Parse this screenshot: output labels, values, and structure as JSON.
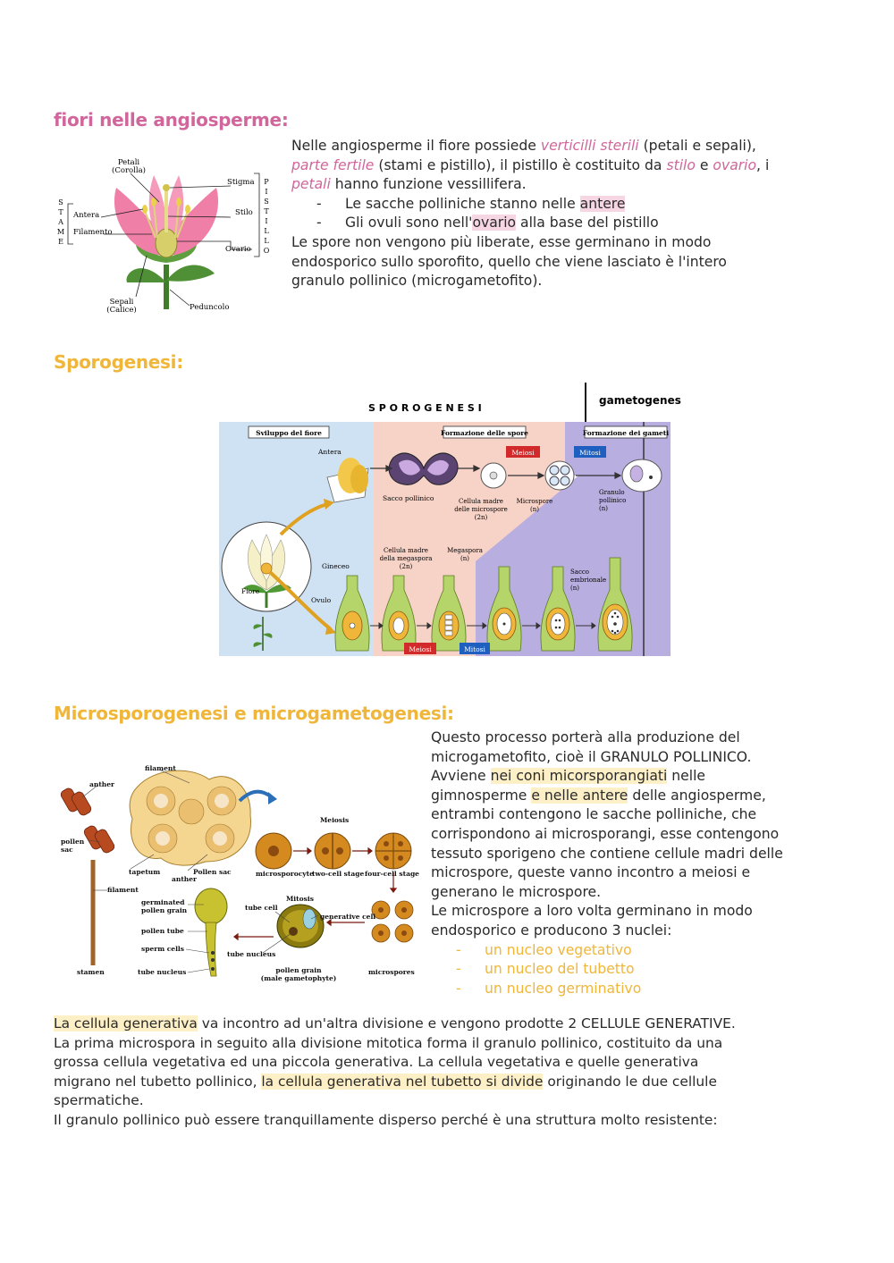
{
  "section1": {
    "heading": "fiori nelle angiosperme:",
    "figure": {
      "labels": {
        "petali": "Petali",
        "corolla": "(Corolla)",
        "stigma": "Stigma",
        "antera": "Antera",
        "stilo": "Stilo",
        "filamento": "Filamento",
        "ovario": "Ovario",
        "sepali": "Sepali",
        "calice": "(Calice)",
        "peduncolo": "Peduncolo",
        "stame": [
          "S",
          "T",
          "A",
          "M",
          "E"
        ],
        "pistillo": [
          "P",
          "I",
          "S",
          "T",
          "I",
          "L",
          "L",
          "O"
        ]
      }
    },
    "text": {
      "p1_a": "Nelle angiosperme il fiore possiede ",
      "p1_b": "verticilli sterili",
      "p1_c": " (petali e sepali),",
      "p2_a": "parte fertile",
      "p2_b": " (stami e pistillo), il pistillo è costituito da ",
      "p2_c": "stilo",
      "p2_d": " e ",
      "p2_e": "ovario",
      "p2_f": ", i",
      "p3_a": "petali",
      "p3_b": " hanno funzione vessillifera.",
      "li1_dash": "-",
      "li1_a": "Le sacche polliniche stanno nelle ",
      "li1_b": "antere",
      "li2_dash": "-",
      "li2_a": "Gli ovuli sono nell'",
      "li2_b": "ovario",
      "li2_c": " alla base del pistillo",
      "p4": "Le spore non vengono più liberate, esse germinano in modo",
      "p5": "endosporico sullo sporofito, quello che viene lasciato è l'intero",
      "p6": "granulo pollinico (microgametofito)."
    }
  },
  "section2": {
    "heading": "Sporogenesi:",
    "figure": {
      "title": "S P O R O G E N E S I",
      "gametogenesi": "gametogenesi",
      "box_sviluppo": "Sviluppo del fiore",
      "box_formazione_spore": "Formazione delle spore",
      "box_formazione_gameti": "Formazione dei gameti",
      "meiosi": "Meiosi",
      "mitosi": "Mitosi",
      "antera": "Antera",
      "sacco_pollinico": "Sacco pollinico",
      "cellula_madre_micro": [
        "Cellula madre",
        "delle microspore",
        "(2n)"
      ],
      "microspore": [
        "Microspore",
        "(n)"
      ],
      "granulo": [
        "Granulo",
        "pollinico",
        "(n)"
      ],
      "cellula_madre_mega": [
        "Cellula madre",
        "della megaspora",
        "(2n)"
      ],
      "megaspora": [
        "Megaspora",
        "(n)"
      ],
      "gineceo": "Gineceo",
      "sacco_embrionale": [
        "Sacco",
        "embrionale",
        "(n)"
      ],
      "fiore": "Fiore",
      "ovulo": "Ovulo"
    }
  },
  "section3": {
    "heading": "Microsporogenesi e microgametogenesi:",
    "figure": {
      "filament": "filament",
      "anther": "anther",
      "pollen_sac_1": "pollen",
      "pollen_sac_2": "sac",
      "tapetum": "tapetum",
      "anther2": "anther",
      "pollen_sac": "Pollen sac",
      "filament2": "filament",
      "meiosis": "Meiosis",
      "microsporocyte": "microsporocyte",
      "two_cell": "two-cell stage",
      "four_cell": "four-cell stage",
      "germinated_1": "germinated",
      "germinated_2": "pollen grain",
      "pollen_tube": "pollen tube",
      "sperm_cells": "sperm cells",
      "tube_nucleus": "tube nucleus",
      "stamen": "stamen",
      "tube_cell": "tube cell",
      "mitosis": "Mitosis",
      "generative_cell": "generative cell",
      "tube_nucleus2": "tube nucleus",
      "pollen_grain_1": "pollen grain",
      "pollen_grain_2": "(male gametophyte)",
      "microspores": "microspores"
    },
    "text": {
      "l1": "Questo processo porterà alla produzione del",
      "l2": "microgametofito, cioè il GRANULO POLLINICO.",
      "l3_a": "Avviene ",
      "l3_b": "nei coni micorsporangiati",
      "l3_c": " nelle",
      "l4_a": "gimnosperme ",
      "l4_b": "e nelle antere",
      "l4_c": " delle angiosperme,",
      "l5": "entrambi contengono le sacche polliniche, che",
      "l6": "corrispondono ai microsporangi, esse contengono",
      "l7": "tessuto sporigeno che contiene cellule madri delle",
      "l8": "microspore, queste vanno incontro a meiosi e",
      "l9": "generano le microspore.",
      "l10": "Le microspore a loro volta germinano in modo",
      "l11": "endosporico e producono 3 nuclei:",
      "items": [
        {
          "dash": "-",
          "text": "un nucleo vegetativo"
        },
        {
          "dash": "-",
          "text": "un nucleo del tubetto"
        },
        {
          "dash": "-",
          "text": "un nucleo germinativo"
        }
      ]
    }
  },
  "bottom": {
    "b1_a": "La  cellula generativa",
    "b1_b": " va incontro ad un'altra divisione e vengono prodotte 2 CELLULE GENERATIVE.",
    "b2": "La prima microspora in seguito alla divisione mitotica forma il granulo pollinico, costituito da una",
    "b3": "grossa cellula vegetativa ed una piccola generativa. La cellula vegetativa e quelle generativa",
    "b4_a": "migrano nel tubetto pollinico, ",
    "b4_b": "la cellula generativa nel tubetto si divide",
    "b4_c": " originando le due cellule",
    "b5": "spermatiche.",
    "b6": "Il granulo pollinico può essere tranquillamente disperso perché è una struttura molto resistente:"
  },
  "colors": {
    "pink": "#d0669b",
    "yellow": "#f0b63a",
    "highlight_pink": "#f7d6e4",
    "highlight_yellow": "#fdefc6"
  }
}
